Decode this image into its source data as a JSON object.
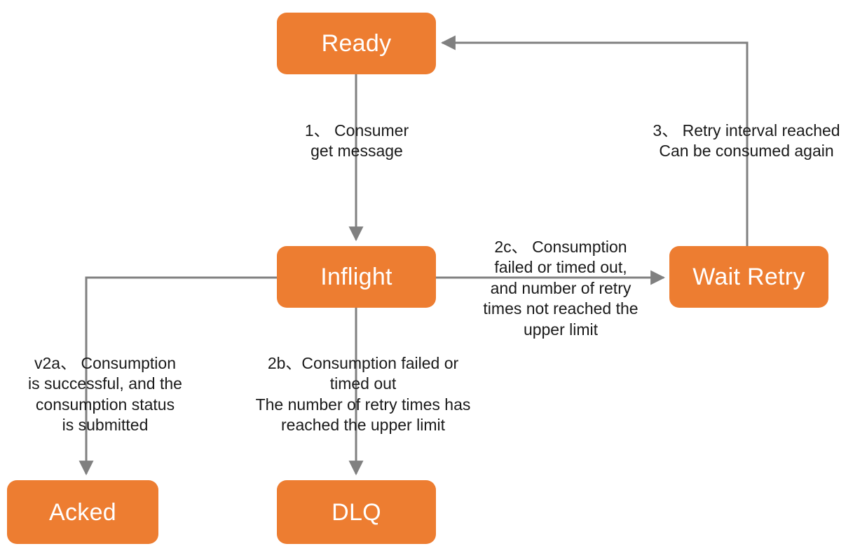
{
  "diagram": {
    "title": "Message consumption state machine",
    "colors": {
      "node_fill": "#ED7D31",
      "node_text": "#FFFFFF",
      "edge_line": "#808080",
      "label_text": "#1A1A1A",
      "background": "#FFFFFF"
    },
    "nodes": [
      {
        "id": "ready",
        "label": "Ready"
      },
      {
        "id": "inflight",
        "label": "Inflight"
      },
      {
        "id": "wait_retry",
        "label": "Wait Retry"
      },
      {
        "id": "acked",
        "label": "Acked"
      },
      {
        "id": "dlq",
        "label": "DLQ"
      }
    ],
    "edges": [
      {
        "id": "e1",
        "from": "ready",
        "to": "inflight",
        "label": "1、 Consumer\nget message"
      },
      {
        "id": "e2a",
        "from": "inflight",
        "to": "acked",
        "label": "v2a、 Consumption\nis successful, and the\nconsumption status\nis submitted"
      },
      {
        "id": "e2b",
        "from": "inflight",
        "to": "dlq",
        "label": "2b、Consumption failed or\ntimed out\nThe number of retry times has\nreached the upper limit"
      },
      {
        "id": "e2c",
        "from": "inflight",
        "to": "wait_retry",
        "label": "2c、 Consumption\nfailed or timed out,\nand number of retry\ntimes not reached the\nupper limit"
      },
      {
        "id": "e3",
        "from": "wait_retry",
        "to": "ready",
        "label": "3、 Retry interval reached\nCan be consumed again"
      }
    ]
  }
}
